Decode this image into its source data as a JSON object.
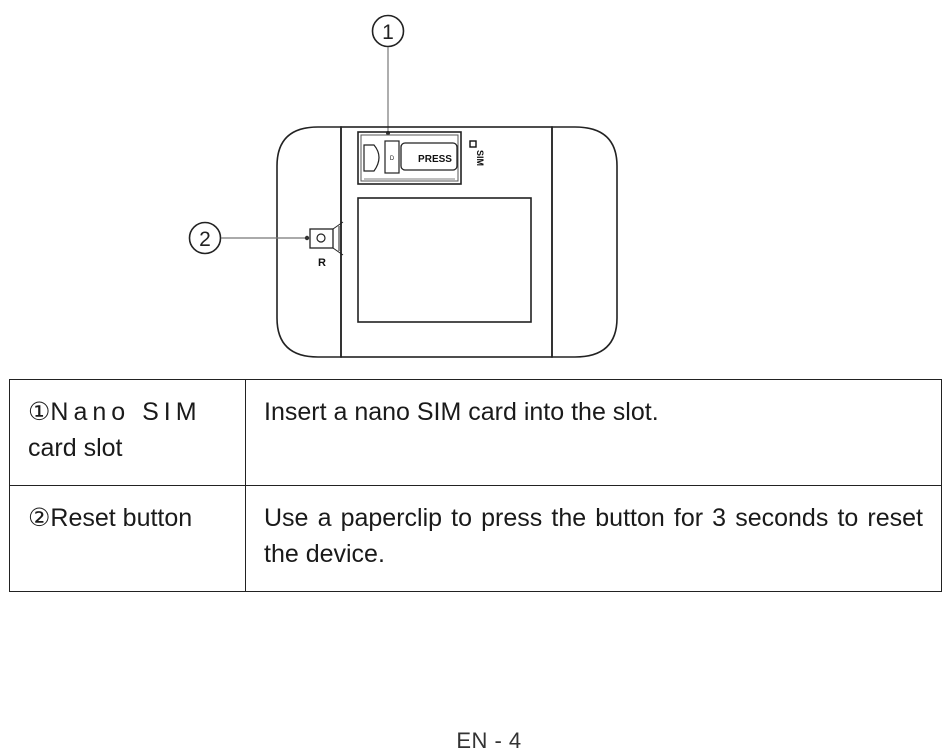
{
  "figure": {
    "callout_1": "①",
    "callout_2": "②",
    "sim_tray_label": "PRESS",
    "sim_side_label": "SIM",
    "reset_label": "R",
    "tray_small_mark": "D"
  },
  "table": {
    "rows": [
      {
        "name_marker": "①",
        "name": "Nano SIM card slot",
        "name_line1": "Nano SIM",
        "name_line2": "card slot",
        "description": "Insert a nano SIM card into the slot."
      },
      {
        "name_marker": "②",
        "name": "Reset button",
        "description": "Use a paperclip to press the button for 3 seconds to reset the device."
      }
    ]
  },
  "footer": {
    "page_number": "EN - 4"
  }
}
